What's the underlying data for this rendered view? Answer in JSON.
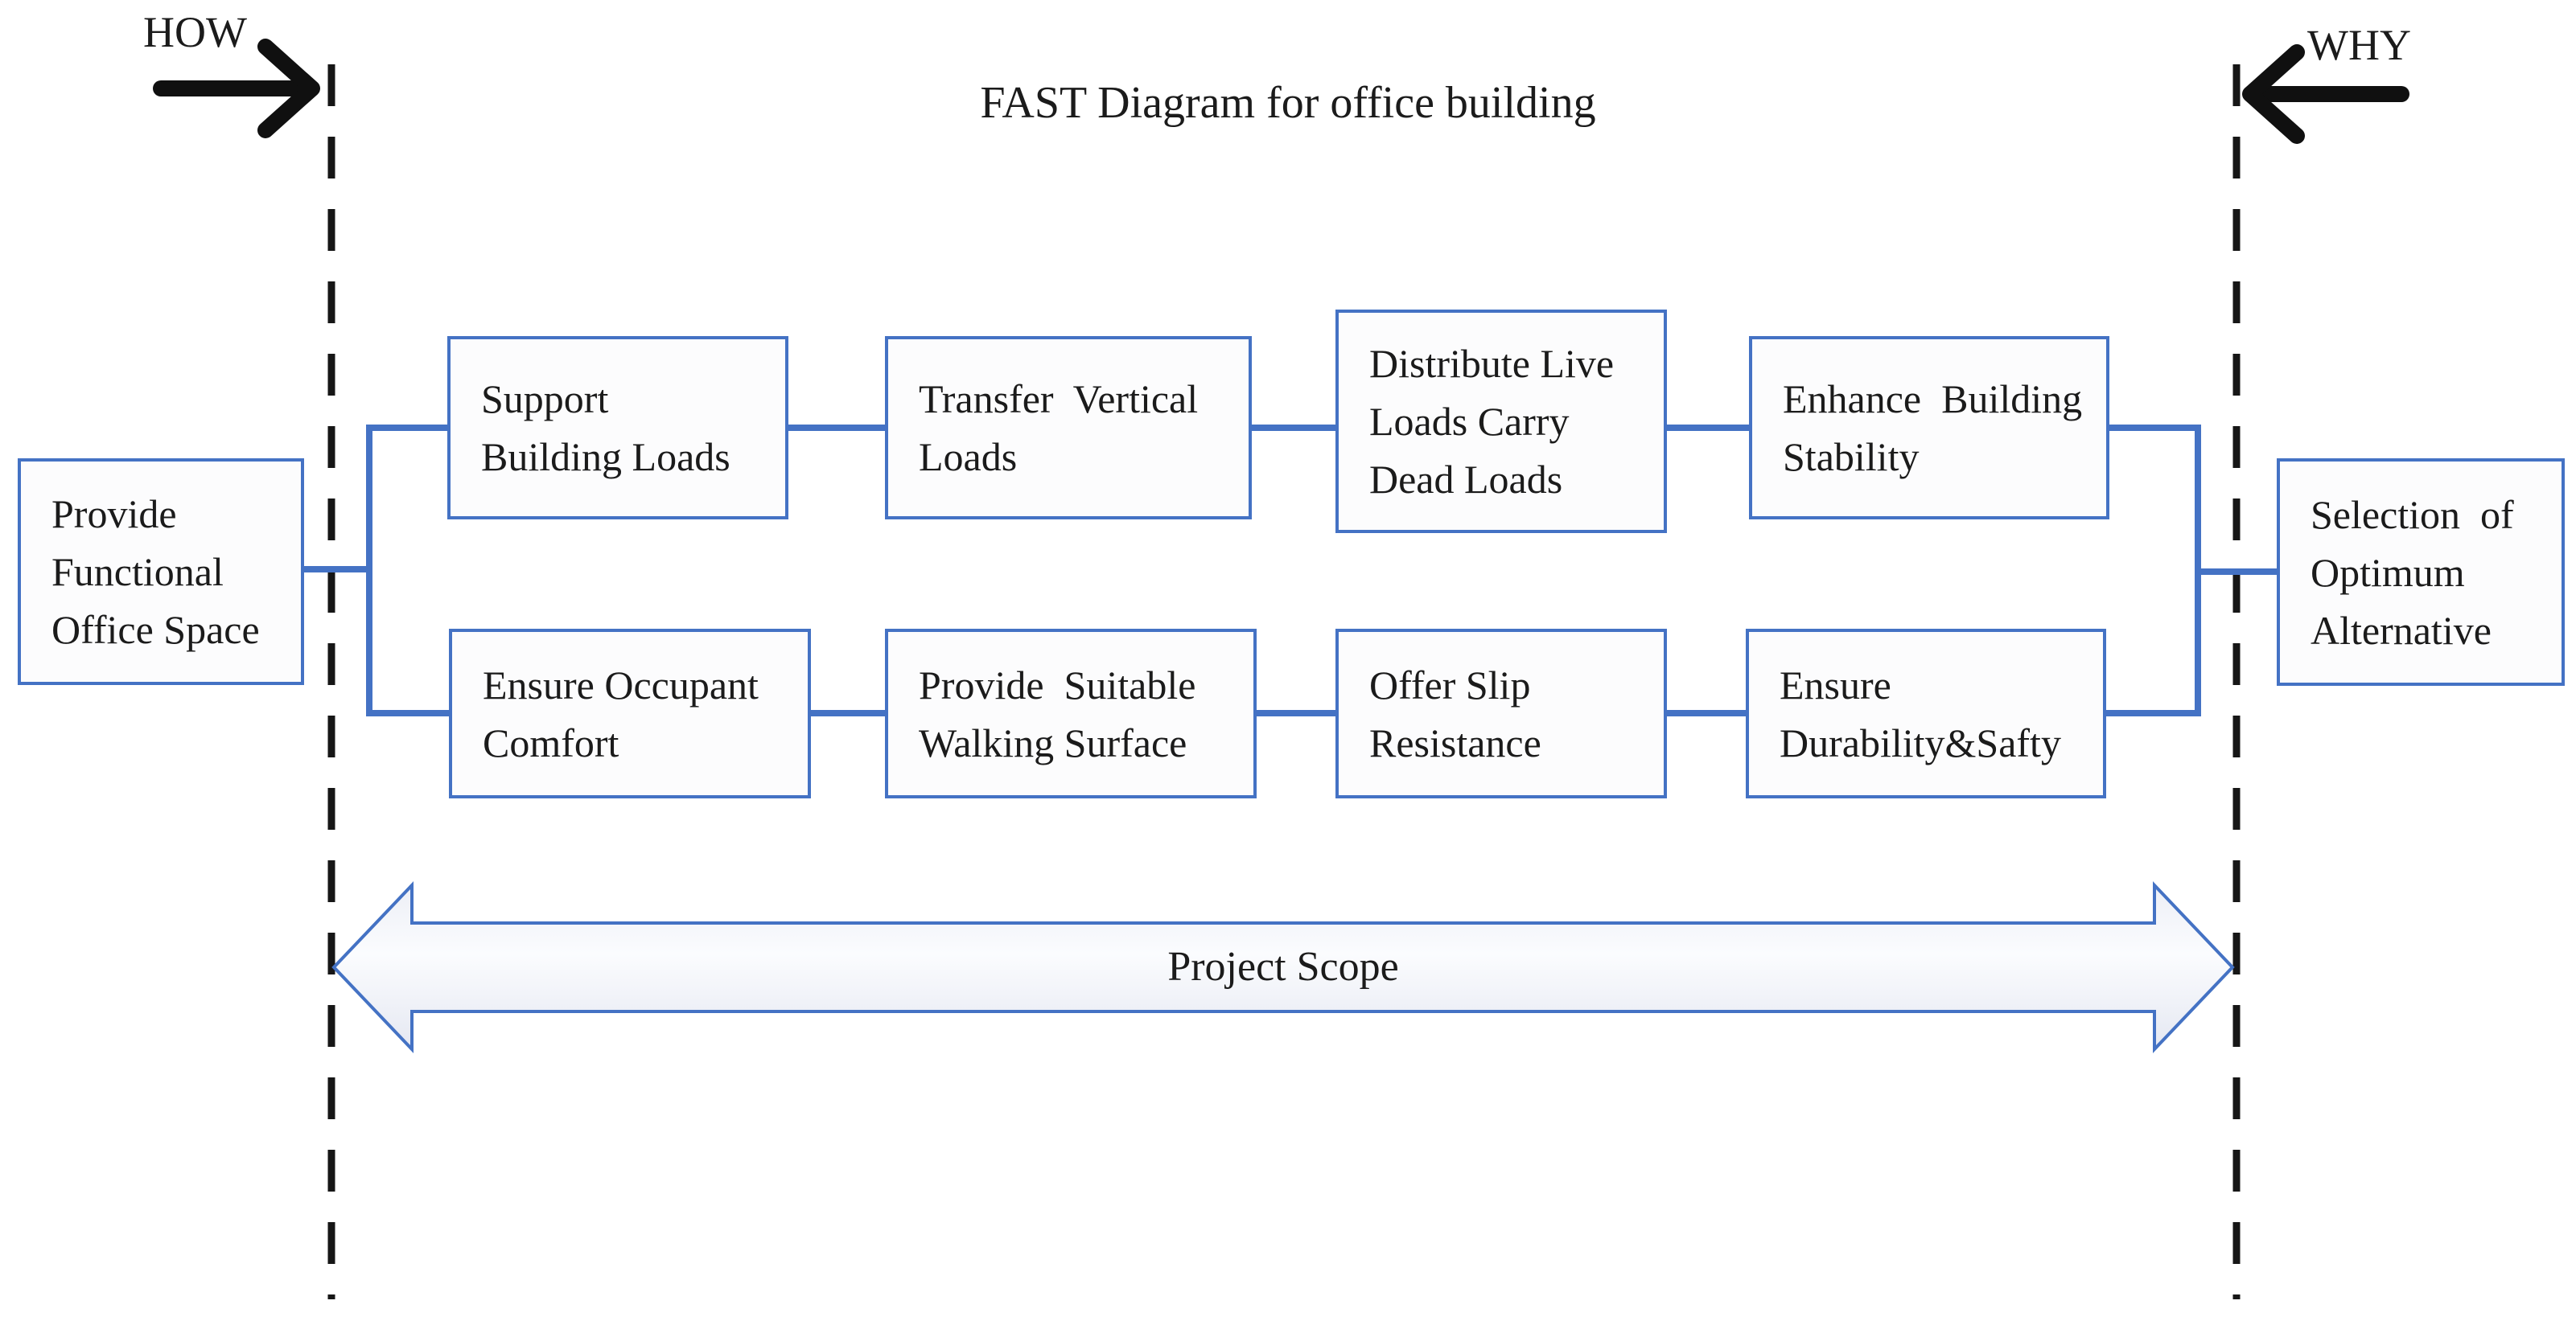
{
  "diagram": {
    "title": "FAST Diagram for office building",
    "how_label": "HOW",
    "why_label": "WHY",
    "project_scope_label": "Project Scope",
    "colors": {
      "box_border": "#4472C4",
      "connector": "#4472C4",
      "scope_line": "#161616",
      "scope_arrow_fill_light": "#fbfcfe",
      "scope_arrow_fill_shade": "#e5e8f2"
    },
    "nodes": {
      "higher_order_function": "Provide\nFunctional\nOffice Space",
      "top_row": [
        "Support\nBuilding Loads",
        "Transfer  Vertical\nLoads",
        "Distribute Live\nLoads Carry\nDead Loads",
        "Enhance  Building\nStability"
      ],
      "bottom_row": [
        "Ensure Occupant\nComfort",
        "Provide  Suitable\nWalking Surface",
        "Offer Slip\nResistance",
        "Ensure\nDurability&Safty"
      ],
      "output_function": "Selection  of\nOptimum\nAlternative"
    }
  }
}
